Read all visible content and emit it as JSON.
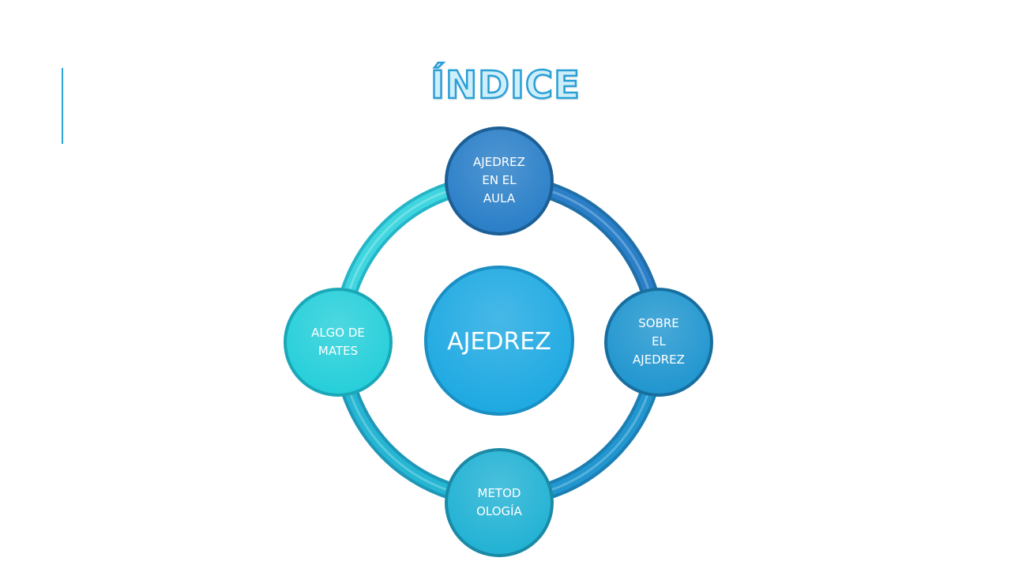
{
  "title": "ÍNDICE",
  "colors": {
    "accent": "#2aa3d6",
    "center": "#1ea9e2",
    "top": "#2a7fc8",
    "right": "#2196cf",
    "bottom": "#22b2d4",
    "left": "#26cfda",
    "ring_top_right": "#2a7fc8",
    "ring_right_bottom": "#2196cf",
    "ring_bottom_left": "#24b6d3",
    "ring_left_top": "#3fd6e0"
  },
  "diagram": {
    "center": "AJEDREZ",
    "nodes": {
      "top": [
        "AJEDREZ",
        "EN EL",
        "AULA"
      ],
      "right": [
        "SOBRE",
        "EL",
        "AJEDREZ"
      ],
      "bottom": [
        "METOD",
        "OLOGÍA"
      ],
      "left": [
        "ALGO DE",
        "MATES"
      ]
    }
  }
}
